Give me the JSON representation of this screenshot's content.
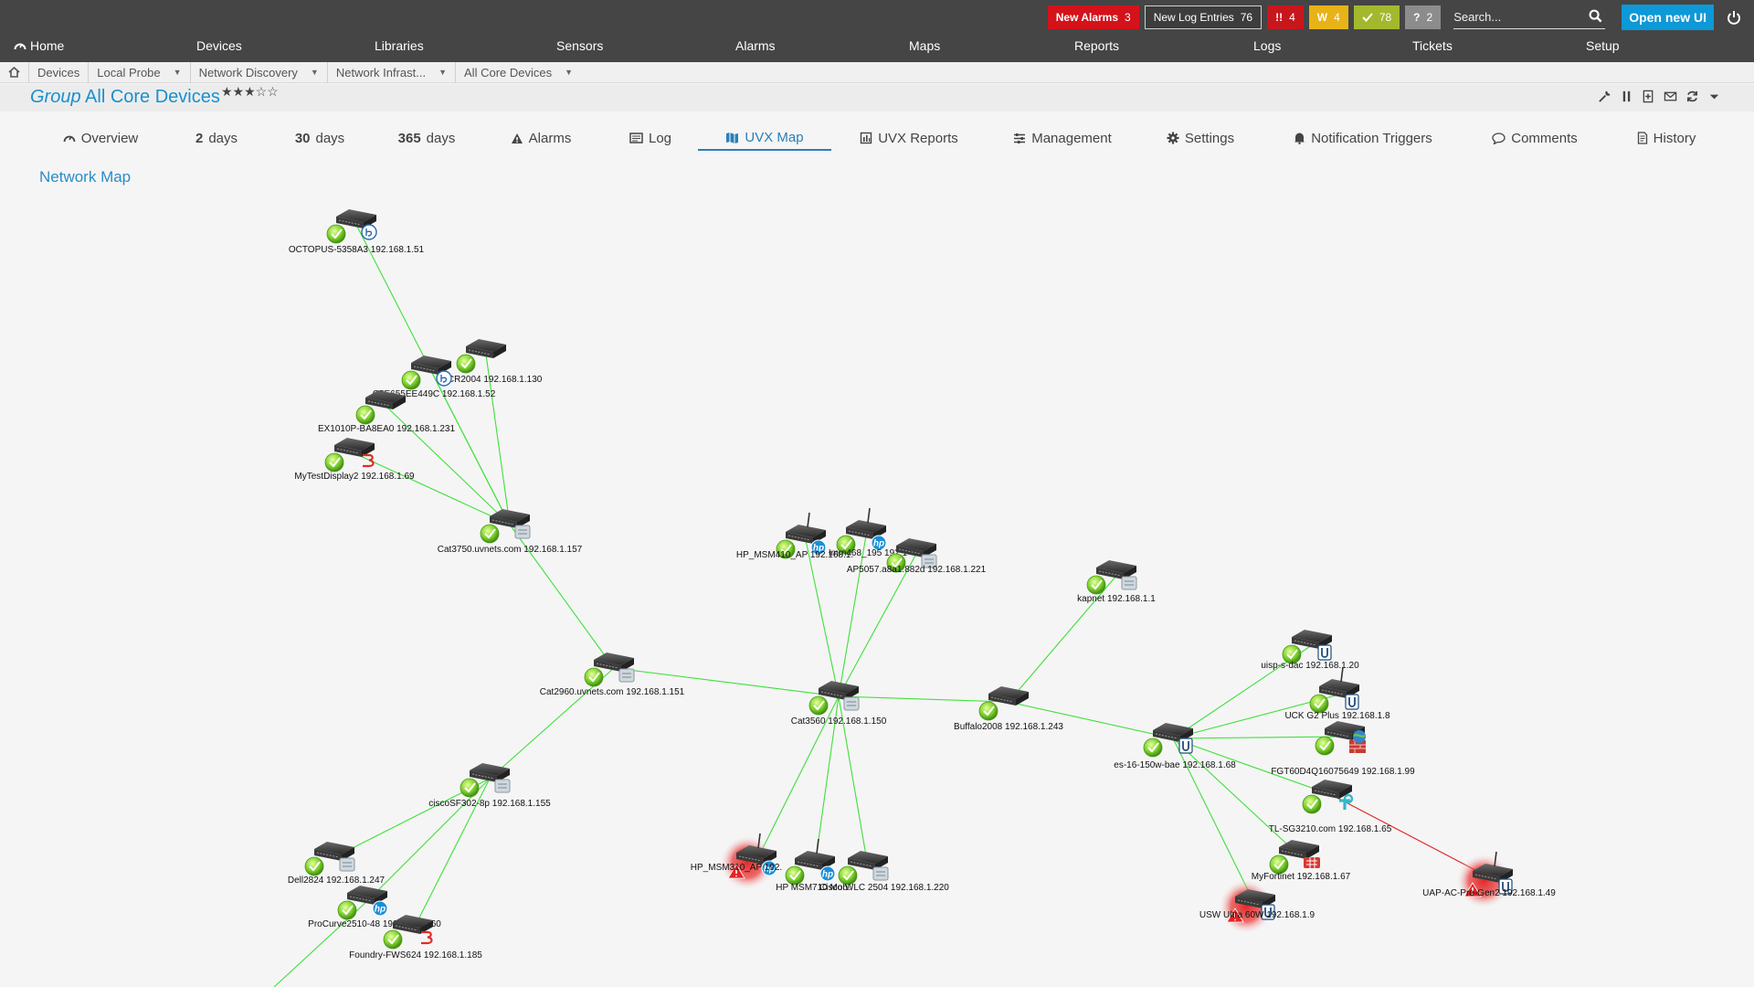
{
  "alarms": {
    "new_alarms_label": "New Alarms",
    "new_alarms_count": "3",
    "new_log_label": "New Log Entries",
    "new_log_count": "76",
    "error_icon": "!!",
    "error_count": "4",
    "warning_icon": "W",
    "warning_count": "4",
    "ok_count": "78",
    "unknown_icon": "?",
    "unknown_count": "2"
  },
  "search": {
    "placeholder": "Search..."
  },
  "open_new_ui": "Open new UI",
  "nav": [
    "Home",
    "Devices",
    "Libraries",
    "Sensors",
    "Alarms",
    "Maps",
    "Reports",
    "Logs",
    "Tickets",
    "Setup"
  ],
  "breadcrumb": [
    "Devices",
    "Local Probe",
    "Network Discovery",
    "Network Infrast...",
    "All Core Devices"
  ],
  "title": {
    "prefix": "Group",
    "name": "All Core Devices",
    "stars": "★★★☆☆"
  },
  "tabs": [
    {
      "num": "",
      "label": "Overview",
      "icon": "gauge-icon"
    },
    {
      "num": "2",
      "label": "days",
      "icon": ""
    },
    {
      "num": "30",
      "label": "days",
      "icon": ""
    },
    {
      "num": "365",
      "label": "days",
      "icon": ""
    },
    {
      "num": "",
      "label": "Alarms",
      "icon": "warning-icon"
    },
    {
      "num": "",
      "label": "Log",
      "icon": "log-icon"
    },
    {
      "num": "",
      "label": "UVX Map",
      "icon": "map-icon"
    },
    {
      "num": "",
      "label": "UVX Reports",
      "icon": "report-icon"
    },
    {
      "num": "",
      "label": "Management",
      "icon": "sliders-icon"
    },
    {
      "num": "",
      "label": "Settings",
      "icon": "gear-icon"
    },
    {
      "num": "",
      "label": "Notification Triggers",
      "icon": "bell-icon"
    },
    {
      "num": "",
      "label": "Comments",
      "icon": "comment-icon"
    },
    {
      "num": "",
      "label": "History",
      "icon": "history-icon"
    }
  ],
  "active_tab": "UVX Map",
  "map_title": "Network Map",
  "colors": {
    "ok": "#7ed12e",
    "down": "#e02020",
    "link_ok": "#3ee03a",
    "link_down": "#e02020",
    "accent": "#1a8fd0"
  },
  "nodes": [
    {
      "id": "octopus",
      "label": "OCTOPUS-5358A3 192.168.1.51",
      "status": "ok",
      "badge": "bios"
    },
    {
      "id": "ccr2004",
      "label": "CCR2004 192.168.1.130",
      "status": "ok",
      "badge": "none"
    },
    {
      "id": "c5e655",
      "label": "C5E655EE449C 192.168.1.52",
      "status": "ok",
      "badge": "bios"
    },
    {
      "id": "ex1010p",
      "label": "EX1010P-BA8EA0 192.168.1.231",
      "status": "ok",
      "badge": "none"
    },
    {
      "id": "mytest",
      "label": "MyTestDisplay2 192.168.1.69",
      "status": "ok",
      "badge": "brocade"
    },
    {
      "id": "cat3750",
      "label": "Cat3750.uvnets.com 192.168.1.157",
      "status": "ok",
      "badge": "server"
    },
    {
      "id": "hpmsm410",
      "label": "HP_MSM410_AP 192.168.1.",
      "status": "ok",
      "badge": "hp"
    },
    {
      "id": "hpmsm2",
      "label": "Imm468_195 192.1",
      "status": "ok",
      "badge": "hp"
    },
    {
      "id": "ap5057",
      "label": "AP5057.a8a1.882d 192.168.1.221",
      "status": "ok",
      "badge": "server"
    },
    {
      "id": "kapnet",
      "label": "kapnet 192.168.1.1",
      "status": "ok",
      "badge": "server"
    },
    {
      "id": "cat2960",
      "label": "Cat2960.uvnets.com 192.168.1.151",
      "status": "ok",
      "badge": "server"
    },
    {
      "id": "cat3560",
      "label": "Cat3560 192.168.1.150",
      "status": "ok",
      "badge": "server"
    },
    {
      "id": "buffalo",
      "label": "Buffalo2008 192.168.1.243",
      "status": "ok",
      "badge": "none"
    },
    {
      "id": "uisp",
      "label": "uisp-s-dac 192.168.1.20",
      "status": "ok",
      "badge": "ubiquiti"
    },
    {
      "id": "uck",
      "label": "UCK G2 Plus 192.168.1.8",
      "status": "ok",
      "badge": "ubiquiti"
    },
    {
      "id": "fgt60",
      "label": "FGT60D4Q16075649 192.168.1.99",
      "status": "ok",
      "badge": "firewall"
    },
    {
      "id": "es16",
      "label": "es-16-150w-bae 192.168.1.68",
      "status": "ok",
      "badge": "ubiquiti"
    },
    {
      "id": "tlsg",
      "label": "TL-SG3210.com 192.168.1.65",
      "status": "ok",
      "badge": "tplink"
    },
    {
      "id": "myfortinet",
      "label": "MyFortinet 192.168.1.67",
      "status": "ok",
      "badge": "fortinet"
    },
    {
      "id": "uapac",
      "label": "UAP-AC-Pro-Gen2 192.168.1.49",
      "status": "down",
      "badge": "ubiquiti"
    },
    {
      "id": "uswultra",
      "label": "USW Ultra 60W 192.168.1.9",
      "status": "down",
      "badge": "ubiquiti"
    },
    {
      "id": "ciscosf",
      "label": "ciscoSF302-8p 192.168.1.155",
      "status": "ok",
      "badge": "server"
    },
    {
      "id": "hpmsm310",
      "label": "HP_MSM310_AP 192.",
      "status": "down",
      "badge": "hp"
    },
    {
      "id": "hpmsm710",
      "label": "HP MSM710 Mob.",
      "status": "ok",
      "badge": "hp"
    },
    {
      "id": "cisco1504",
      "label": "Cisco WLC 2504 192.168.1.220",
      "status": "ok",
      "badge": "server"
    },
    {
      "id": "dell2824",
      "label": "Dell2824 192.168.1.247",
      "status": "ok",
      "badge": "server"
    },
    {
      "id": "procurve",
      "label": "ProCurve2510-48 192.168.1.160",
      "status": "ok",
      "badge": "hp"
    },
    {
      "id": "foundry",
      "label": "Foundry-FWS624 192.168.1.185",
      "status": "ok",
      "badge": "brocade"
    }
  ],
  "links": [
    [
      "octopus",
      "cat3750",
      "ok"
    ],
    [
      "ccr2004",
      "cat3750",
      "ok"
    ],
    [
      "c5e655",
      "cat3750",
      "ok"
    ],
    [
      "ex1010p",
      "cat3750",
      "ok"
    ],
    [
      "mytest",
      "cat3750",
      "ok"
    ],
    [
      "cat3750",
      "cat2960",
      "ok"
    ],
    [
      "cat2960",
      "cat3560",
      "ok"
    ],
    [
      "cat2960",
      "ciscosf",
      "ok"
    ],
    [
      "hpmsm410",
      "cat3560",
      "ok"
    ],
    [
      "hpmsm2",
      "cat3560",
      "ok"
    ],
    [
      "ap5057",
      "cat3560",
      "ok"
    ],
    [
      "cat3560",
      "buffalo",
      "ok"
    ],
    [
      "cat3560",
      "hpmsm310",
      "ok"
    ],
    [
      "cat3560",
      "hpmsm710",
      "ok"
    ],
    [
      "cat3560",
      "cisco1504",
      "ok"
    ],
    [
      "buffalo",
      "kapnet",
      "ok"
    ],
    [
      "buffalo",
      "es16",
      "ok"
    ],
    [
      "es16",
      "uisp",
      "ok"
    ],
    [
      "es16",
      "uck",
      "ok"
    ],
    [
      "es16",
      "fgt60",
      "ok"
    ],
    [
      "es16",
      "tlsg",
      "ok"
    ],
    [
      "es16",
      "myfortinet",
      "ok"
    ],
    [
      "es16",
      "uswultra",
      "ok"
    ],
    [
      "tlsg",
      "uapac",
      "down"
    ],
    [
      "ciscosf",
      "dell2824",
      "ok"
    ],
    [
      "ciscosf",
      "procurve",
      "ok"
    ],
    [
      "ciscosf",
      "foundry",
      "ok"
    ],
    [
      "procurve",
      "offmap",
      "ok"
    ]
  ]
}
